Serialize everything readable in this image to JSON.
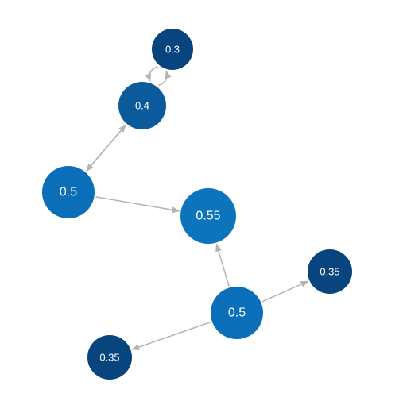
{
  "diagram": {
    "type": "directed-graph",
    "colors": {
      "edge": "#b3b3b3",
      "node_label": "#ffffff"
    },
    "nodes": [
      {
        "id": "n1",
        "label": "0.3",
        "color": "#08457e"
      },
      {
        "id": "n2",
        "label": "0.4",
        "color": "#0a5a9c"
      },
      {
        "id": "n3",
        "label": "0.5",
        "color": "#0a6fb8"
      },
      {
        "id": "n4",
        "label": "0.55",
        "color": "#0b74bd"
      },
      {
        "id": "n5",
        "label": "0.35",
        "color": "#08457e"
      },
      {
        "id": "n6",
        "label": "0.5",
        "color": "#0a6fb8"
      },
      {
        "id": "n7",
        "label": "0.35",
        "color": "#08457e"
      }
    ],
    "edges": [
      {
        "from": "n2",
        "to": "n1"
      },
      {
        "from": "n1",
        "to": "n2"
      },
      {
        "from": "n2",
        "to": "n3"
      },
      {
        "from": "n3",
        "to": "n2"
      },
      {
        "from": "n3",
        "to": "n4"
      },
      {
        "from": "n6",
        "to": "n4"
      },
      {
        "from": "n6",
        "to": "n5"
      },
      {
        "from": "n6",
        "to": "n7"
      }
    ]
  }
}
